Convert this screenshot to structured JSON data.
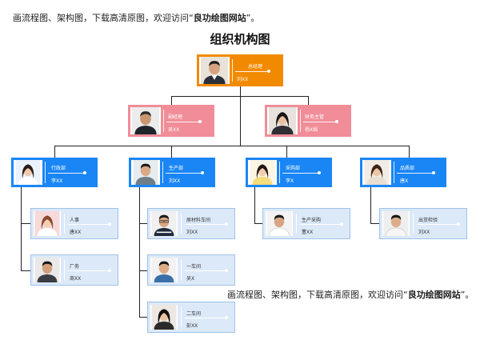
{
  "watermark": {
    "top_text": "画流程图、架构图，下载高清原图，欢迎访问“",
    "top_site": "良功绘图网站",
    "top_end": "”。",
    "mid_text": "画流程图、架构图，下载高清原图，欢迎访问“",
    "mid_site": "良功绘图网站",
    "mid_end": "”。"
  },
  "title": "组织机构图",
  "colors": {
    "ceo": "#f28a00",
    "deputy": "#f08d98",
    "department": "#1a86f5",
    "sub": "#dce9f8",
    "sub_border": "#9fc2e8",
    "line": "#222222"
  },
  "ceo": {
    "role": "总经理",
    "name": "刘XX"
  },
  "deputies": [
    {
      "role": "副经理",
      "name": "吴XX"
    },
    {
      "role": "财务主管",
      "name": "杨X娟"
    }
  ],
  "departments": [
    {
      "role": "行政部",
      "name": "李XX"
    },
    {
      "role": "生产部",
      "name": "刘XX"
    },
    {
      "role": "采购部",
      "name": "李X"
    },
    {
      "role": "品质部",
      "name": "唐X"
    }
  ],
  "subunits": {
    "admin": [
      {
        "role": "人事",
        "name": "唐XX"
      },
      {
        "role": "厂务",
        "name": "周XX"
      }
    ],
    "production": [
      {
        "role": "原材料车间",
        "name": "刘XX"
      },
      {
        "role": "一车间",
        "name": "吴X"
      },
      {
        "role": "二车间",
        "name": "彭XX"
      }
    ],
    "purchasing": [
      {
        "role": "生产采购",
        "name": "董XX"
      }
    ],
    "quality": [
      {
        "role": "出货检验",
        "name": "刘XX"
      }
    ]
  }
}
